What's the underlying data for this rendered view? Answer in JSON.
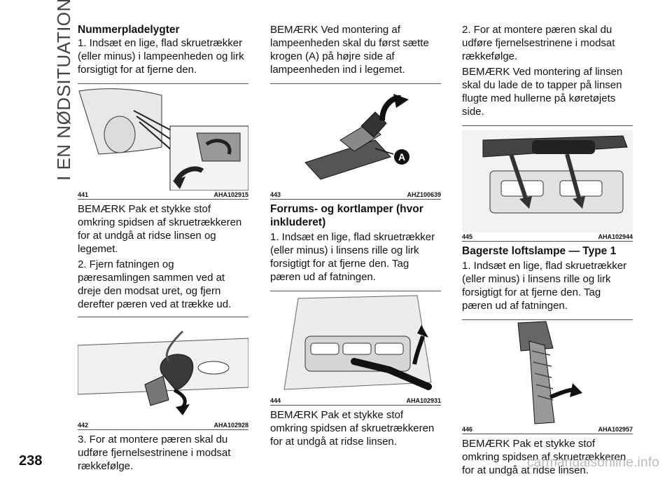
{
  "side_title": "I EN NØDSITUATION",
  "page_number": "238",
  "watermark": "carmanualsonline.info",
  "col1": {
    "heading": "Nummerpladelygter",
    "p1": "1. Indsæt en lige, flad skruetrækker (eller minus) i lampeenheden og lirk forsigtigt for at fjerne den.",
    "fig1": {
      "num": "441",
      "code": "AHA102915"
    },
    "p2": "BEMÆRK Pak et stykke stof omkring spidsen af skruetrækkeren for at undgå at ridse linsen og legemet.",
    "p3": "2. Fjern fatningen og pæresamlingen sammen ved at dreje den modsat uret, og fjern derefter pæren ved at trække ud.",
    "fig2": {
      "num": "442",
      "code": "AHA102928"
    },
    "p4": "3. For at montere pæren skal du udføre fjernelsestrinene i modsat rækkefølge."
  },
  "col2": {
    "p1": "BEMÆRK Ved montering af lampeenheden skal du først sætte krogen (A) på højre side af lampeenheden ind i legemet.",
    "fig1": {
      "num": "443",
      "code": "AHZ100639",
      "callout": "A"
    },
    "heading": "Forrums- og kortlamper (hvor inkluderet)",
    "p2": "1. Indsæt en lige, flad skruetrækker (eller minus) i linsens rille og lirk forsigtigt for at fjerne den. Tag pæren ud af fatningen.",
    "fig2": {
      "num": "444",
      "code": "AHA102931"
    },
    "p3": "BEMÆRK Pak et stykke stof omkring spidsen af skruetrækkeren for at undgå at ridse linsen."
  },
  "col3": {
    "p1": "2. For at montere pæren skal du udføre fjernelsestrinene i modsat rækkefølge.",
    "p2": "BEMÆRK Ved montering af linsen skal du lade de to tapper på linsen flugte med hullerne på køretøjets side.",
    "fig1": {
      "num": "445",
      "code": "AHA102944"
    },
    "heading": "Bagerste loftslampe — Type 1",
    "p3": "1. Indsæt en lige, flad skruetrækker (eller minus) i linsens rille og lirk forsigtigt for at fjerne den. Tag pæren ud af fatningen.",
    "fig2": {
      "num": "446",
      "code": "AHA102957"
    },
    "p4": "BEMÆRK Pak et stykke stof omkring spidsen af skruetrækkeren for at undgå at ridse linsen."
  }
}
